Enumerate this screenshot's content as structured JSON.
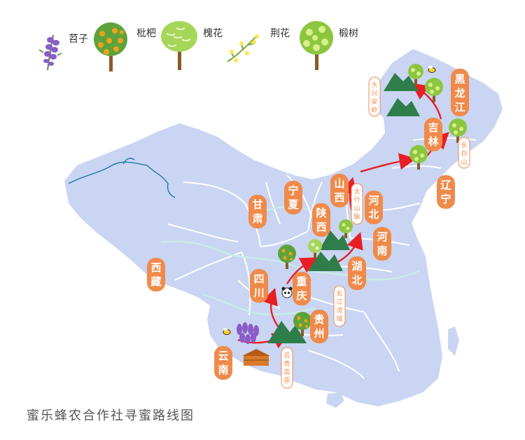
{
  "legend": [
    {
      "label": "苕子",
      "icon": "purple-flower-icon"
    },
    {
      "label": "枇杷",
      "icon": "loquat-tree-icon"
    },
    {
      "label": "槐花",
      "icon": "locust-tree-icon"
    },
    {
      "label": "荆花",
      "icon": "vitex-flower-icon"
    },
    {
      "label": "椴树",
      "icon": "linden-tree-icon"
    }
  ],
  "provinces": {
    "heilongjiang": "黑龙江",
    "jilin": "吉林",
    "liaoning": "辽宁",
    "shanxi": "山西",
    "hebei": "河北",
    "henan": "河南",
    "hubei": "湖北",
    "shaanxi": "陕西",
    "ningxia": "宁夏",
    "gansu": "甘肃",
    "sichuan": "四川",
    "chongqing": "重庆",
    "guizhou": "贵州",
    "yunnan": "云南",
    "xizang": "西藏"
  },
  "features": {
    "daxinganling": "大兴安岭",
    "changbaishan": "长白山",
    "taihangshan": "太行山脉",
    "yangtze": "长江流域",
    "yungui": "云贵高原"
  },
  "caption": "蜜乐蜂农合作社寻蜜路线图",
  "colors": {
    "land": "#c9d5f3",
    "border": "#ffffff",
    "tag": "#f08a4b",
    "route": "#e81e25",
    "river": "#bfe7e6"
  }
}
